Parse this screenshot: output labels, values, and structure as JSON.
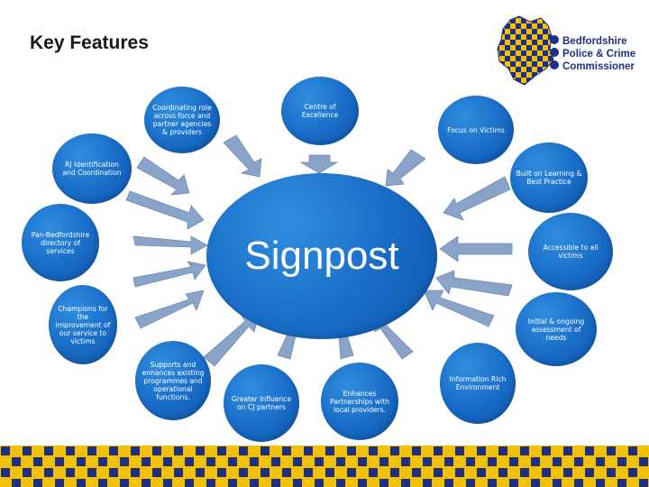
{
  "slide": {
    "title": "Key Features",
    "logo_lines": [
      "Bedfordshire",
      "Police & Crime",
      "Commissioner"
    ],
    "center_label": "Signpost",
    "features": [
      "Coordinating role across force and partner agencies & providers",
      "Centre of Excellence",
      "Focus on Victims",
      "RJ Identification and Coordination",
      "Built on Learning & Best Practice",
      "Pan-Bedfordshire directory of services",
      "Accessible to all victims",
      "Champions for the improvement of our service to victims",
      "Initial & ongoing assessment of needs",
      "Supports and enhances existing programmes and operational functions.",
      "Greater Influence on CJ partners",
      "Enhances Partnerships with local providers.",
      "Information Rich Environment"
    ]
  },
  "colors": {
    "bubble": "#1769c4",
    "arrow": "#8aa3c8",
    "band_yellow": "#f2c200",
    "band_blue": "#1f2f86",
    "logo_navy": "#1f2f86"
  }
}
